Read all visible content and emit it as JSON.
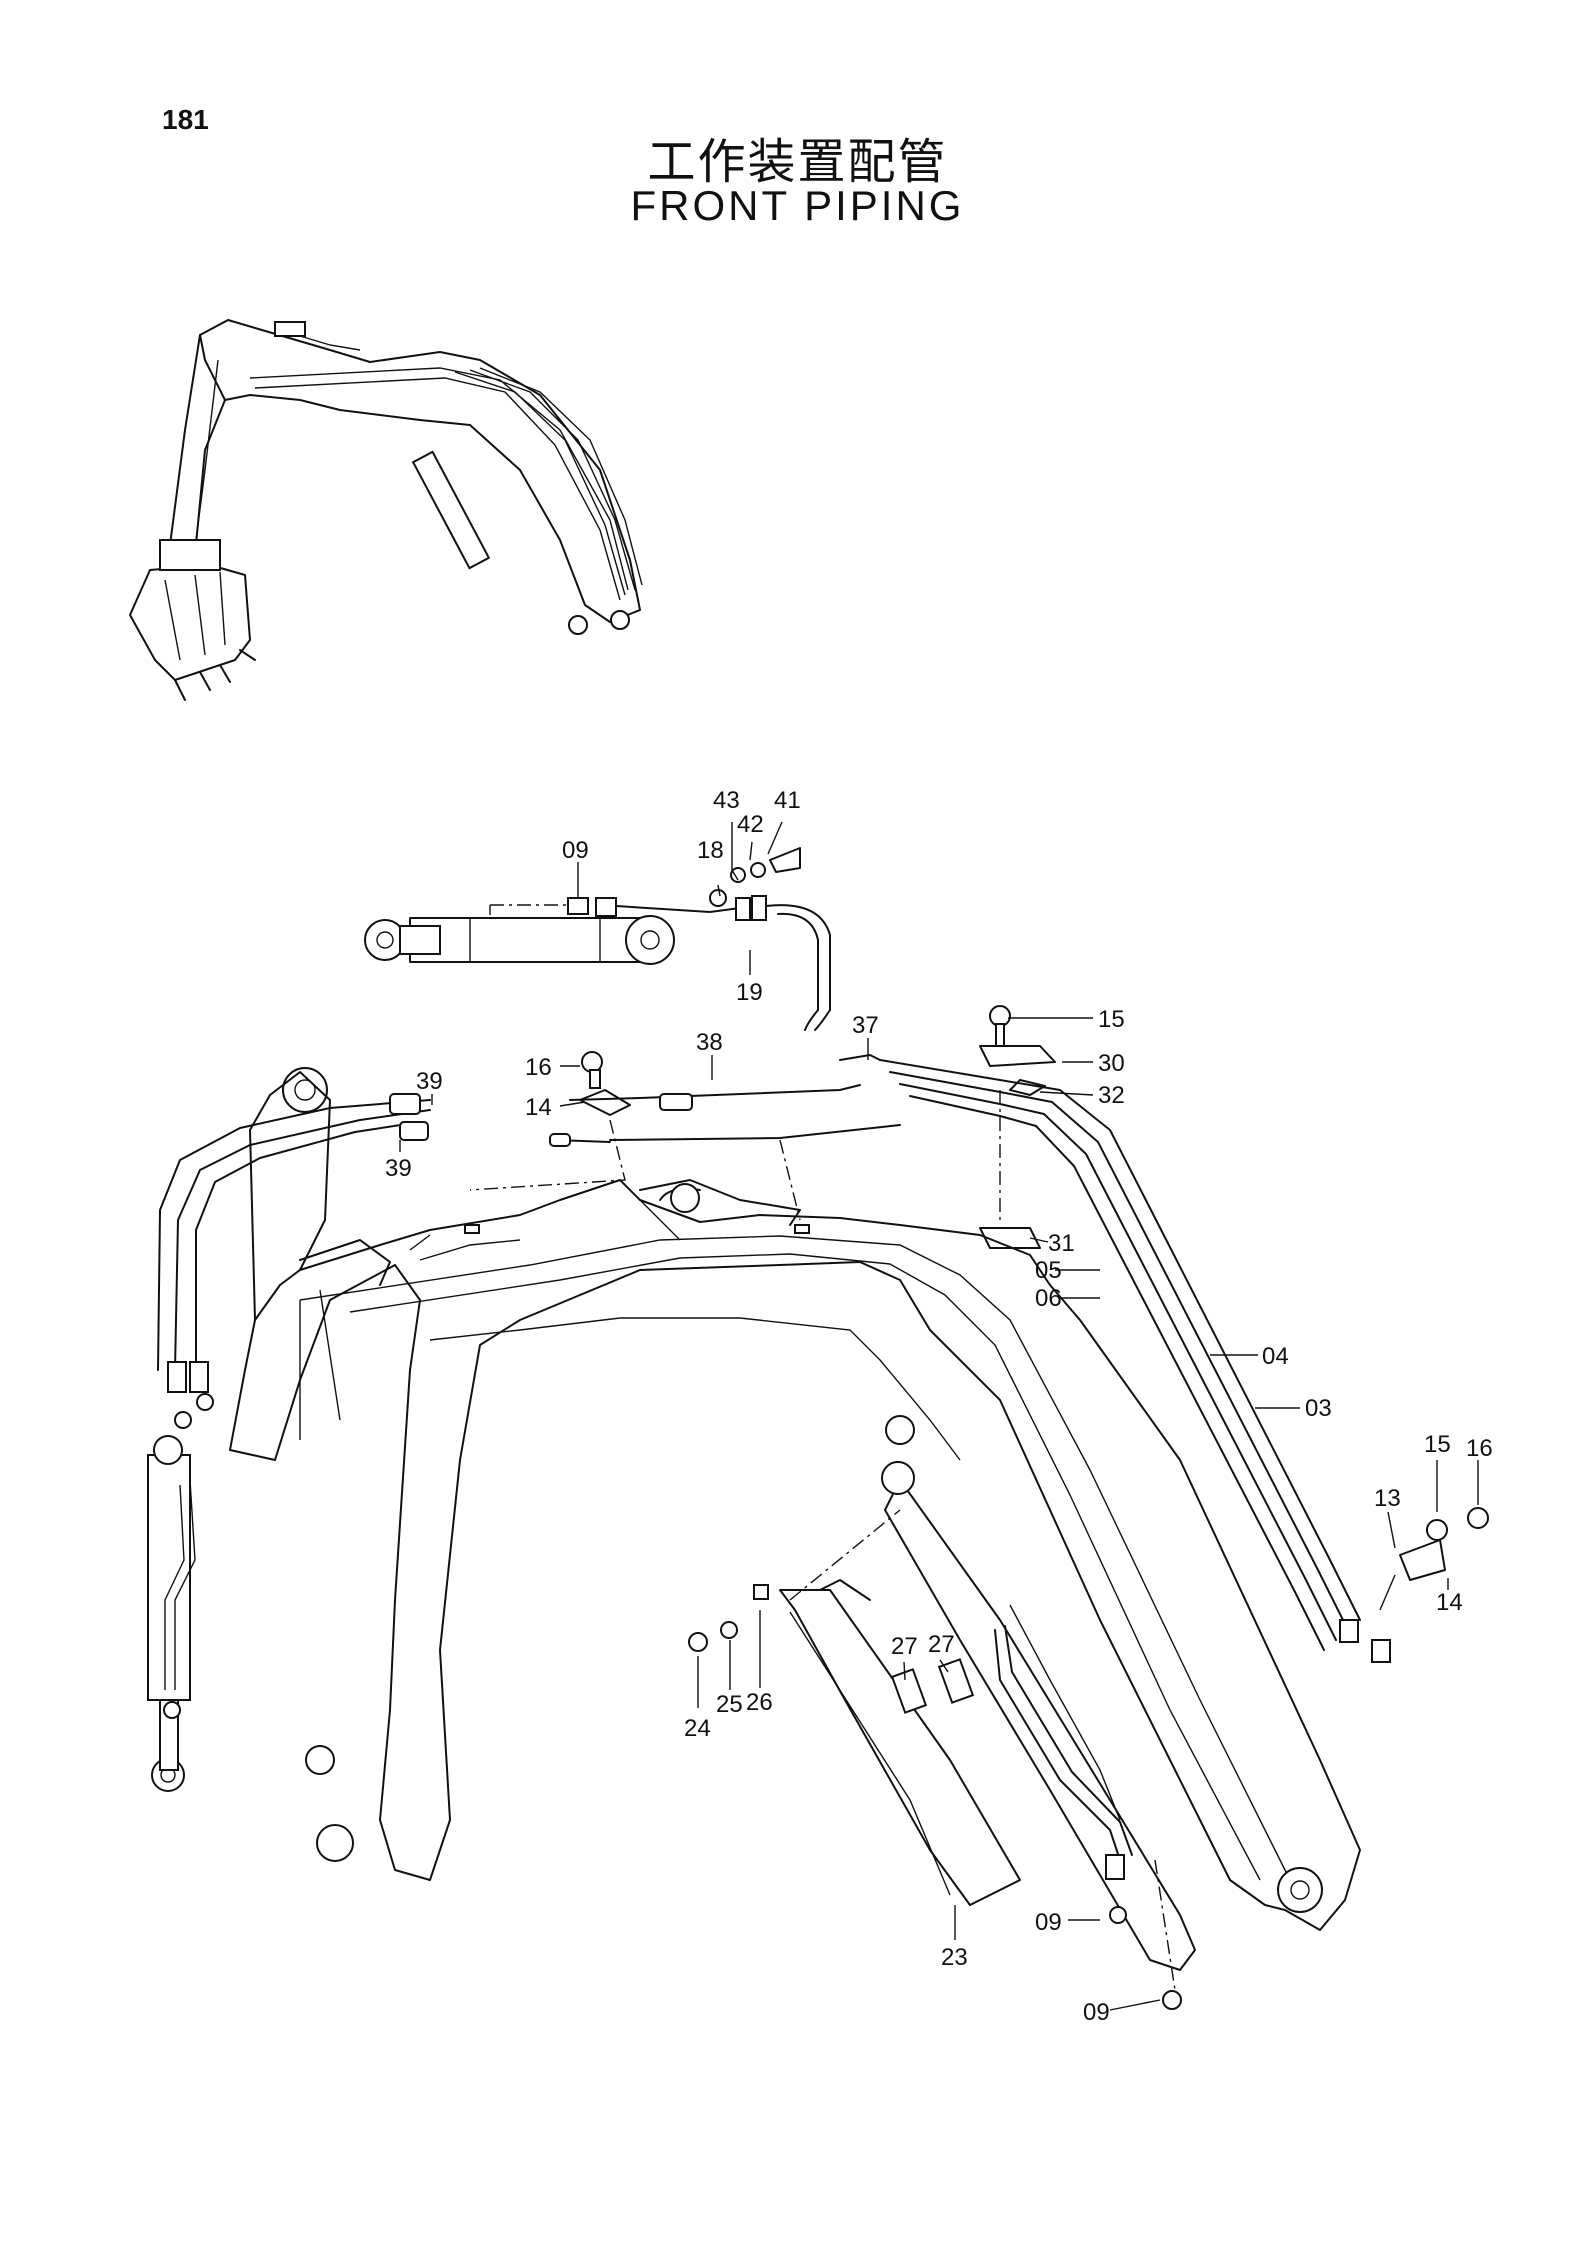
{
  "page_number": "181",
  "title_cn": "工作装置配管",
  "title_en": "FRONT PIPING",
  "callouts": {
    "c01": "43",
    "c02": "41",
    "c03": "42",
    "c04": "18",
    "c05": "09",
    "c06": "19",
    "c07": "37",
    "c08": "38",
    "c09": "15",
    "c10": "30",
    "c11": "32",
    "c12": "16",
    "c13": "14",
    "c14": "39",
    "c15": "39",
    "c16": "31",
    "c17": "05",
    "c18": "06",
    "c19": "04",
    "c20": "03",
    "c21": "15",
    "c22": "16",
    "c23": "13",
    "c24": "14",
    "c25": "27",
    "c26": "27",
    "c27": "26",
    "c28": "25",
    "c29": "24",
    "c30": "23",
    "c31": "09",
    "c32": "09"
  }
}
